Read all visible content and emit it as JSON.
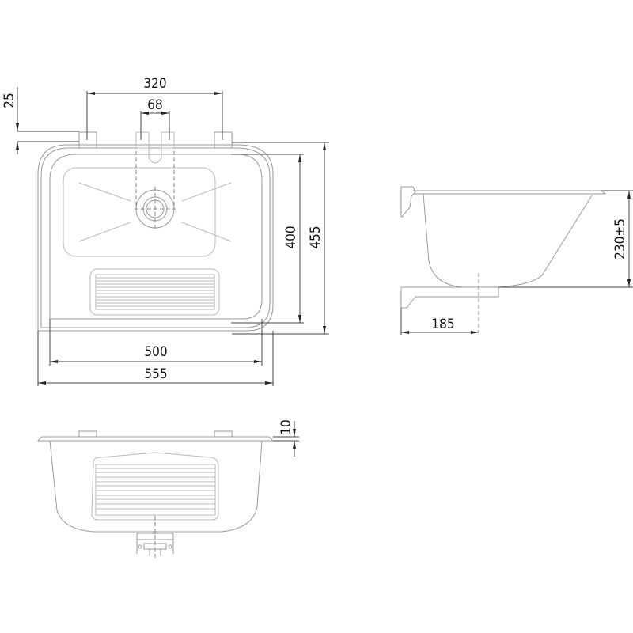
{
  "drawing": {
    "subject": "wall-mounted utility sink technical drawing",
    "views": [
      "top-view",
      "side-view",
      "front-view"
    ]
  },
  "dimensions": {
    "top_view": {
      "bracket_spacing": "320",
      "tap_slot_width": "68",
      "flange_offset": "25",
      "inner_depth": "400",
      "outer_depth": "455",
      "inner_width": "500",
      "outer_width": "555"
    },
    "side_view": {
      "height": "230±5",
      "bracket_distance": "185"
    },
    "front_view": {
      "rim_thickness": "10"
    }
  },
  "colors": {
    "outline": "#9a9a9a",
    "dimension": "#444444",
    "text": "#111111",
    "background": "#ffffff"
  }
}
